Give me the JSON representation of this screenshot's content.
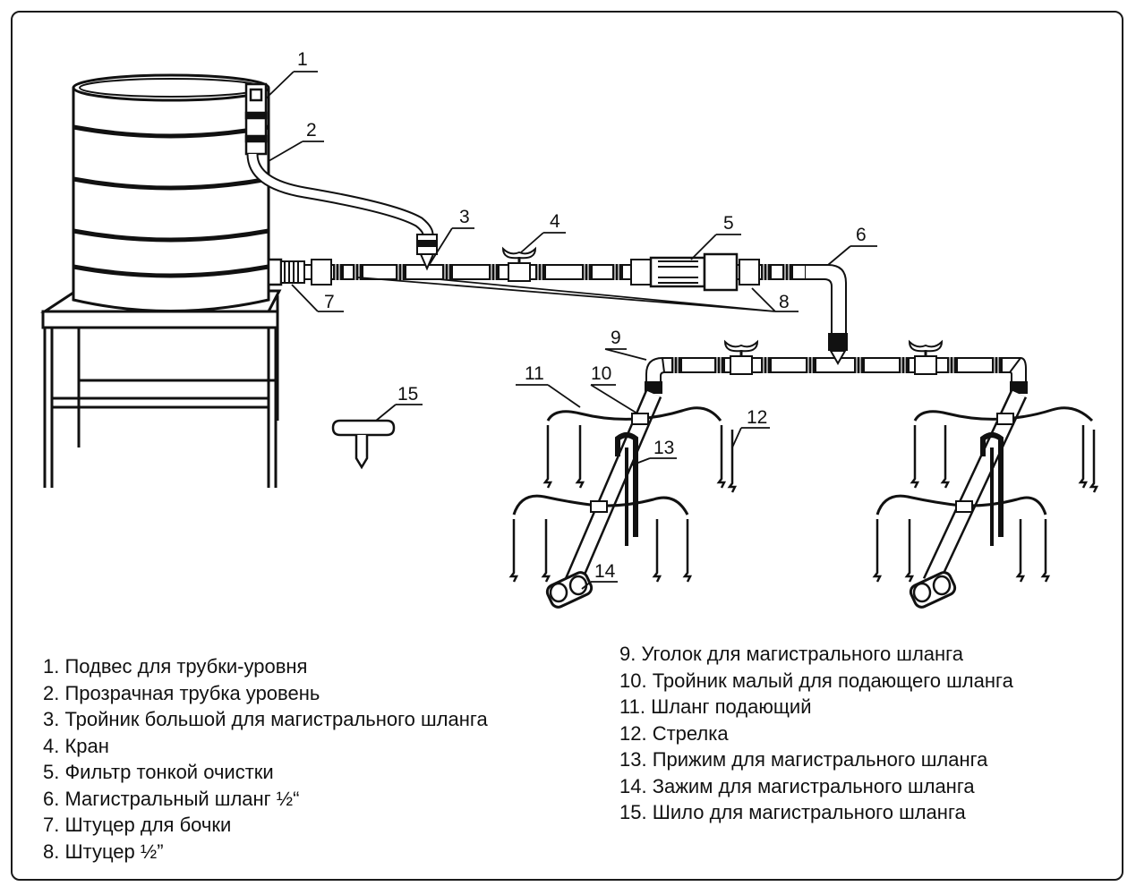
{
  "callouts": {
    "n1": "1",
    "n2": "2",
    "n3": "3",
    "n4": "4",
    "n5": "5",
    "n6": "6",
    "n7": "7",
    "n8": "8",
    "n9": "9",
    "n10": "10",
    "n11": "11",
    "n12": "12",
    "n13": "13",
    "n14": "14",
    "n15": "15"
  },
  "legend_left": [
    "1. Подвес для трубки-уровня",
    "2. Прозрачная трубка уровень",
    "3. Тройник большой для магистрального шланга",
    "4. Кран",
    "5. Фильтр тонкой очистки",
    "6. Магистральный шланг ½“",
    "7. Штуцер для бочки",
    "8. Штуцер ½”"
  ],
  "legend_right": [
    "9. Уголок для магистрального шланга",
    "10. Тройник малый для подающего шланга",
    "11. Шланг подающий",
    "12. Стрелка",
    "13. Прижим для магистрального шланга",
    "14. Зажим для магистрального шланга",
    "15. Шило для магистрального шланга"
  ]
}
